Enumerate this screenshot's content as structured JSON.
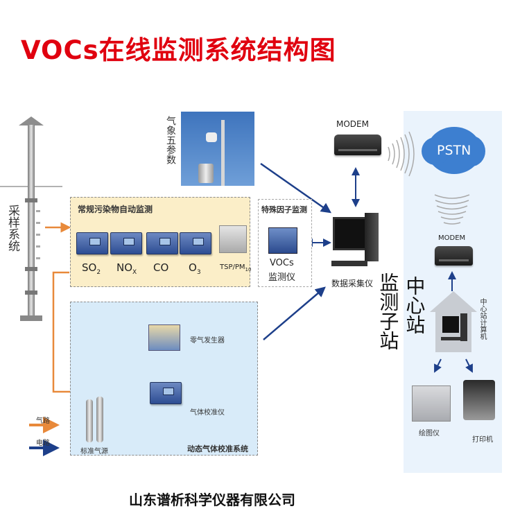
{
  "title": "VOCs在线监测系统结构图",
  "footer_company": "山东谱析科学仪器有限公司",
  "colors": {
    "title": "#e0000f",
    "gas_path": "#e8893a",
    "electric_path": "#1d3f8a",
    "yellow_panel": "#fbeec8",
    "blue_panel": "#d8ebf9",
    "center_panel": "#eaf3fc",
    "pstn_cloud": "#3d7fd0"
  },
  "sampling_system": {
    "label": "采样系统"
  },
  "weather": {
    "label": "气象五参数"
  },
  "routine_monitoring": {
    "title": "常规污染物自动监测",
    "analyzers": [
      {
        "name": "SO",
        "sub": "2"
      },
      {
        "name": "NO",
        "sub": "X"
      },
      {
        "name": "CO",
        "sub": ""
      },
      {
        "name": "O",
        "sub": "3"
      },
      {
        "name": "TSP/PM",
        "sub": "10"
      }
    ]
  },
  "special_monitoring": {
    "title": "特殊因子监测",
    "device_line1": "VOCs",
    "device_line2": "监测仪"
  },
  "data_collector": {
    "label": "数据采集仪"
  },
  "monitoring_substation": {
    "label": "监测子站"
  },
  "modem_station": {
    "label": "MODEM"
  },
  "pstn": {
    "label": "PSTN"
  },
  "center": {
    "label": "中心站",
    "modem_label": "MODEM",
    "computer_label": "中心站计算机",
    "plotter_label": "绘图仪",
    "printer_label": "打印机"
  },
  "calibration": {
    "zero_gas_label": "零气发生器",
    "calibrator_label": "气体校准仪",
    "standard_gas_label": "标准气源",
    "system_label": "动态气体校准系统"
  },
  "legend": {
    "items": [
      {
        "label": "气路",
        "type": "gas"
      },
      {
        "label": "电路",
        "type": "electric"
      }
    ]
  }
}
